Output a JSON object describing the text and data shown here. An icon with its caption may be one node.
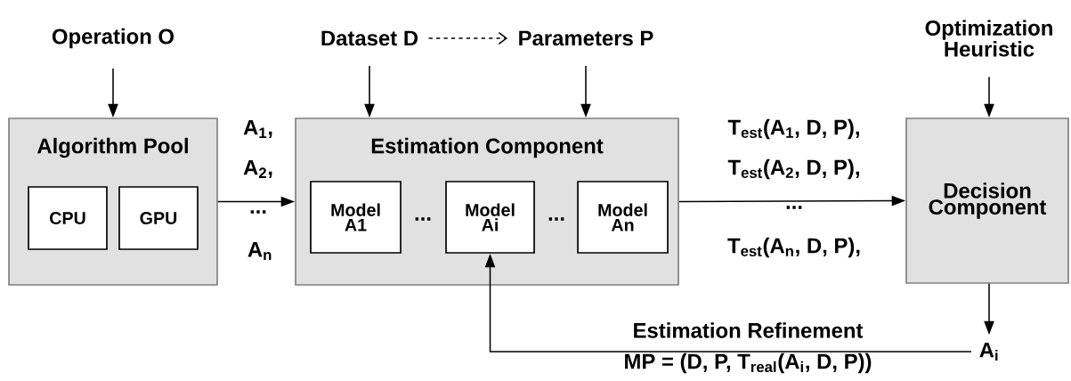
{
  "diagram": {
    "nodes": [
      {
        "text": [
          "Operation O"
        ]
      },
      {
        "text": [
          "Dataset D"
        ]
      },
      {
        "text": [
          "Parameters P"
        ]
      },
      {
        "text": [
          "Optimization Heuristic"
        ]
      },
      {
        "text": [
          "Algorithm Pool"
        ]
      },
      {
        "text": [
          "CPU"
        ],
        "in": 4
      },
      {
        "text": [
          "GPU"
        ],
        "in": 4
      },
      {
        "text": [
          "Estimation Component"
        ]
      },
      {
        "text": [
          "Model A1"
        ],
        "in": 7
      },
      {
        "text": [
          "Model Ai"
        ],
        "in": 7
      },
      {
        "text": [
          "Model An"
        ],
        "in": 7
      },
      {
        "text": [
          "Decision Component"
        ]
      },
      {
        "text": [
          "A$_{i}$"
        ]
      }
    ],
    "edges": [
      {
        "from": 0,
        "to": 4,
        "arrow": "to"
      },
      {
        "from": 1,
        "to": 2,
        "arrow": "to",
        "style": "dashed"
      },
      {
        "from": 1,
        "to": 7,
        "arrow": "to"
      },
      {
        "from": 2,
        "to": 7,
        "arrow": "to"
      },
      {
        "from": 3,
        "to": 11,
        "arrow": "to"
      },
      {
        "from": 4,
        "to": 7,
        "arrow": "to"
      },
      {
        "from": 7,
        "to": 11,
        "arrow": "to"
      },
      {
        "from": 11,
        "to": 12,
        "arrow": "to"
      },
      {
        "from": 12,
        "to": 9,
        "arrow": "to",
        "label": "Estimation Refinement"
      }
    ],
    "labels": [
      "A$_{1}$,",
      "A$_{2}$,",
      "...",
      "A$_{n}$",
      "...",
      "...",
      "T$_{est}$(A$_{1}$, D, P),",
      "T$_{est}$(A$_{2}$, D, P),",
      "...",
      "T$_{est}$(A$_{n}$, D, P),",
      "MP = (D, P, T$_{real}$(A$_{i}$, D, P))"
    ]
  }
}
